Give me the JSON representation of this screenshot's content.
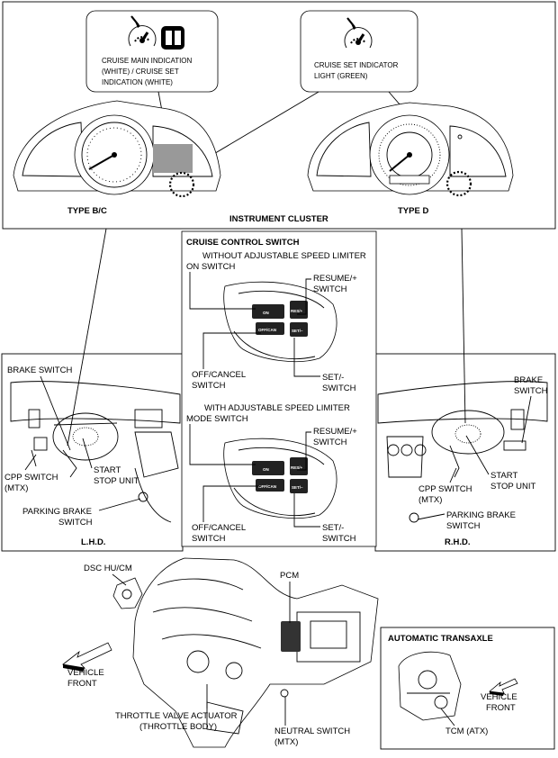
{
  "callouts": {
    "cruise_main": [
      "CRUISE MAIN INDICATION",
      "(WHITE) / CRUISE SET",
      "INDICATION (WHITE)"
    ],
    "cruise_set_light": [
      "CRUISE SET INDICATOR",
      "LIGHT (GREEN)"
    ]
  },
  "cluster": {
    "title": "INSTRUMENT CLUSTER",
    "type_bc": "TYPE B/C",
    "type_d": "TYPE D"
  },
  "switch_panel": {
    "title": "CRUISE CONTROL SWITCH",
    "without_limiter": "WITHOUT ADJUSTABLE SPEED LIMITER",
    "with_limiter": "WITH ADJUSTABLE SPEED LIMITER",
    "on_switch": "ON SWITCH",
    "mode_switch": "MODE SWITCH",
    "resume": [
      "RESUME/+",
      "SWITCH"
    ],
    "off_cancel": [
      "OFF/CANCEL",
      "SWITCH"
    ],
    "set": [
      "SET/-",
      "SWITCH"
    ],
    "btn_on": "ON",
    "btn_res": "RES/+",
    "btn_off": "OFF/CAN",
    "btn_set": "SET/–"
  },
  "lhd": {
    "label": "L.H.D.",
    "brake_switch": [
      "BRAKE SWITCH"
    ],
    "cpp_switch": [
      "CPP SWITCH",
      "(MTX)"
    ],
    "start_stop": [
      "START",
      "STOP UNIT"
    ],
    "parking_brake": [
      "PARKING BRAKE",
      "SWITCH"
    ]
  },
  "rhd": {
    "label": "R.H.D.",
    "brake_switch": [
      "BRAKE",
      "SWITCH"
    ],
    "cpp_switch": [
      "CPP SWITCH",
      "(MTX)"
    ],
    "start_stop": [
      "START",
      "STOP UNIT"
    ],
    "parking_brake": [
      "PARKING BRAKE",
      "SWITCH"
    ]
  },
  "engine": {
    "dsc": "DSC HU/CM",
    "pcm": "PCM",
    "vehicle_front": [
      "VEHICLE",
      "FRONT"
    ],
    "throttle": [
      "THROTTLE VALVE ACTUATOR",
      "(THROTTLE BODY)"
    ],
    "neutral": [
      "NEUTRAL SWITCH",
      "(MTX)"
    ]
  },
  "atx": {
    "title": "AUTOMATIC TRANSAXLE",
    "vehicle_front": [
      "VEHICLE",
      "FRONT"
    ],
    "tcm": "TCM (ATX)"
  }
}
